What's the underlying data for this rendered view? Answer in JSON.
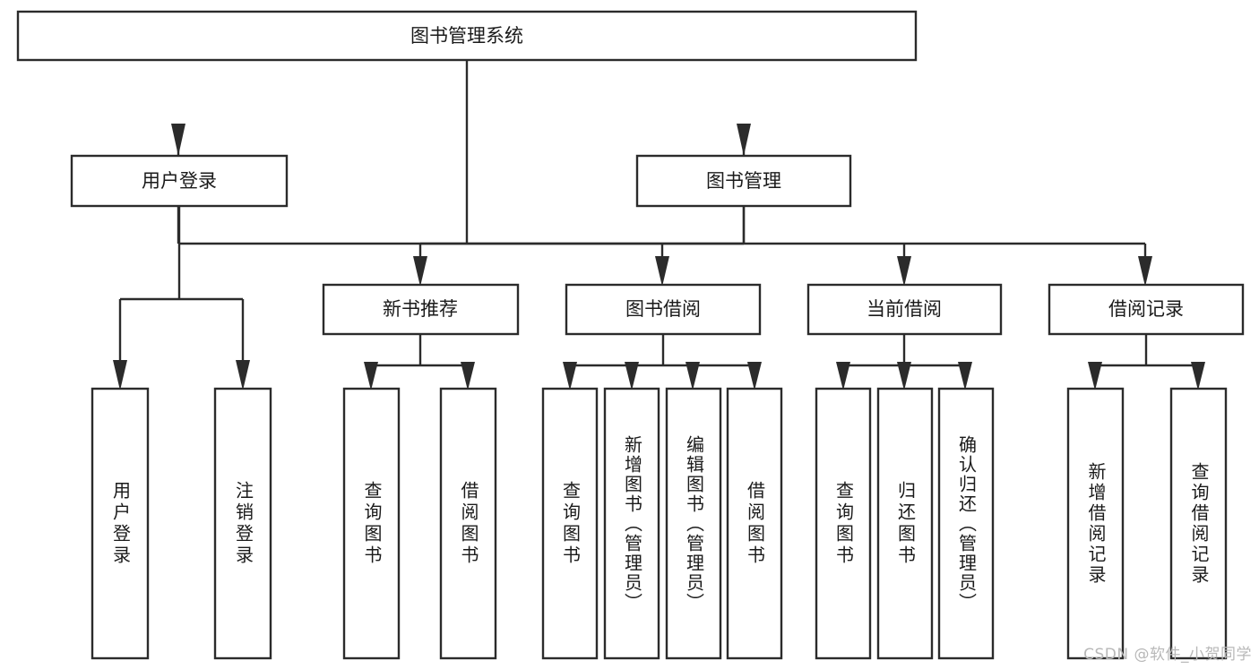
{
  "diagram": {
    "type": "tree-hierarchy",
    "title": "图书管理系统",
    "watermark": "CSDN @软件_小贺同学",
    "colors": {
      "stroke": "#2b2b2b",
      "fill": "#ffffff",
      "text": "#1a1a1a",
      "watermark": "#b8b8b8"
    },
    "root": {
      "label": "图书管理系统",
      "level": 0
    },
    "level1": [
      {
        "label": "用户登录",
        "level": 1
      },
      {
        "label": "图书管理",
        "level": 1
      }
    ],
    "level2": [
      {
        "label": "新书推荐",
        "parent": "图书管理"
      },
      {
        "label": "图书借阅",
        "parent": "图书管理"
      },
      {
        "label": "当前借阅",
        "parent": "图书管理"
      },
      {
        "label": "借阅记录",
        "parent": "图书管理"
      }
    ],
    "leaves": {
      "用户登录": [
        {
          "label": "用户登录"
        },
        {
          "label": "注销登录"
        }
      ],
      "新书推荐": [
        {
          "label": "查询图书"
        },
        {
          "label": "借阅图书"
        }
      ],
      "图书借阅": [
        {
          "label": "查询图书"
        },
        {
          "label": "新增图书（管理员）"
        },
        {
          "label": "编辑图书（管理员）"
        },
        {
          "label": "借阅图书"
        }
      ],
      "当前借阅": [
        {
          "label": "查询图书"
        },
        {
          "label": "归还图书"
        },
        {
          "label": "确认归还（管理员）"
        }
      ],
      "借阅记录": [
        {
          "label": "新增借阅记录"
        },
        {
          "label": "查询借阅记录"
        }
      ]
    }
  }
}
